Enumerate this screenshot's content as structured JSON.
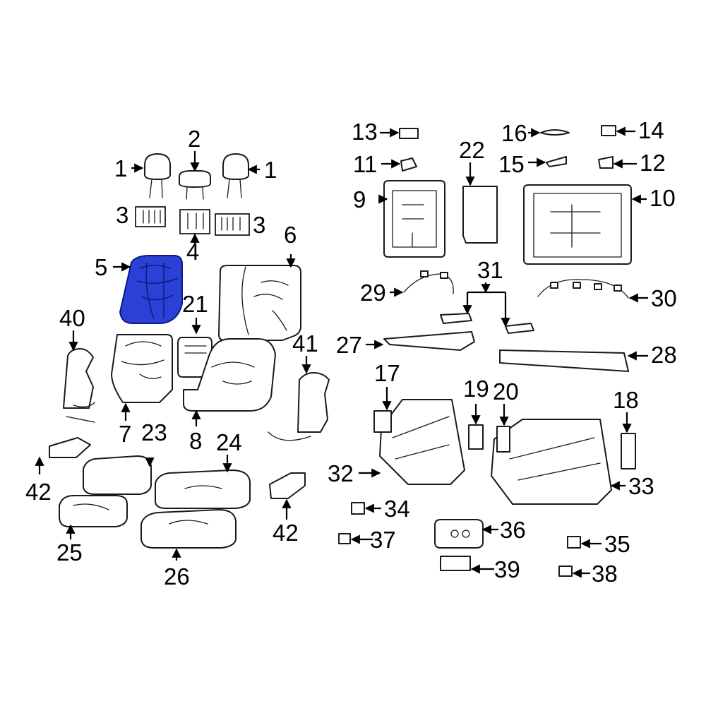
{
  "diagram": {
    "highlight_color": "#2b40d4",
    "line_color": "#1a1a1a"
  },
  "callouts": {
    "c1a": "1",
    "c1b": "1",
    "c2": "2",
    "c3a": "3",
    "c3b": "3",
    "c4": "4",
    "c5": "5",
    "c6": "6",
    "c7": "7",
    "c8": "8",
    "c9": "9",
    "c10": "10",
    "c11": "11",
    "c12": "12",
    "c13": "13",
    "c14": "14",
    "c15": "15",
    "c16": "16",
    "c17": "17",
    "c18": "18",
    "c19": "19",
    "c20": "20",
    "c21": "21",
    "c22": "22",
    "c23": "23",
    "c24": "24",
    "c25": "25",
    "c26": "26",
    "c27": "27",
    "c28": "28",
    "c29": "29",
    "c30": "30",
    "c31": "31",
    "c32": "32",
    "c33": "33",
    "c34": "34",
    "c35": "35",
    "c36": "36",
    "c37": "37",
    "c38": "38",
    "c39": "39",
    "c40": "40",
    "c41": "41",
    "c42a": "42",
    "c42b": "42"
  }
}
